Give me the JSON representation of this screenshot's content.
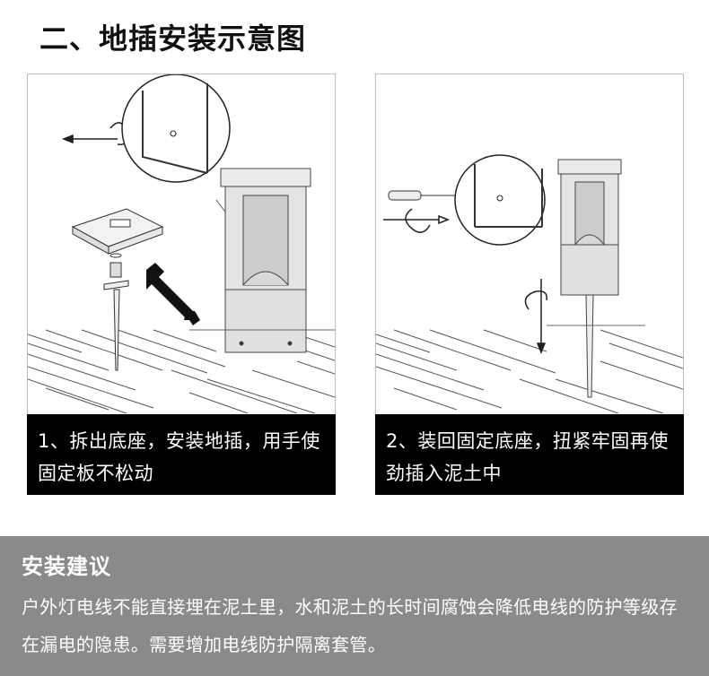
{
  "title": "二、地插安装示意图",
  "steps": [
    {
      "caption": "1、拆出底座，安装地插，用手使固定板不松动"
    },
    {
      "caption": "2、装回固定底座，扭紧牢固再使劲插入泥土中"
    }
  ],
  "advice": {
    "title": "安装建议",
    "body": "户外灯电线不能直接埋在泥土里，水和泥土的长时间腐蚀会降低电线的防护等级存在漏电的隐患。需要增加电线防护隔离套管。"
  },
  "colors": {
    "caption_bg": "#000000",
    "advice_bg": "#8a8a8a",
    "lamp_body": "#e4e4e4"
  }
}
